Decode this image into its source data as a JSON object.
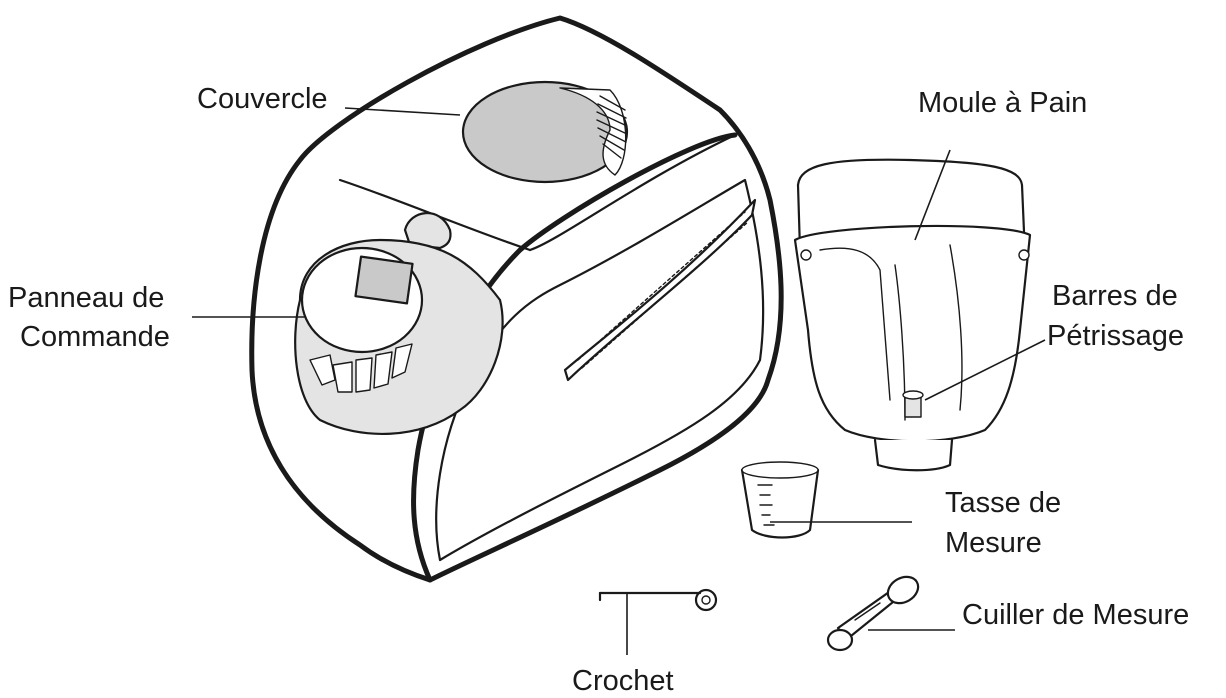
{
  "labels": {
    "lid": "Couvercle",
    "control_panel_line1": "Panneau de",
    "control_panel_line2": "Commande",
    "bread_pan": "Moule à Pain",
    "kneading_bars_line1": "Barres de",
    "kneading_bars_line2": "Pétrissage",
    "measuring_cup_line1": "Tasse de",
    "measuring_cup_line2": "Mesure",
    "measuring_spoon": "Cuiller de Mesure",
    "hook": "Crochet"
  },
  "colors": {
    "ink": "#1a1a1a",
    "window_fill": "#c9c9c9",
    "panel_fill": "#e4e4e4",
    "background": "#ffffff"
  }
}
